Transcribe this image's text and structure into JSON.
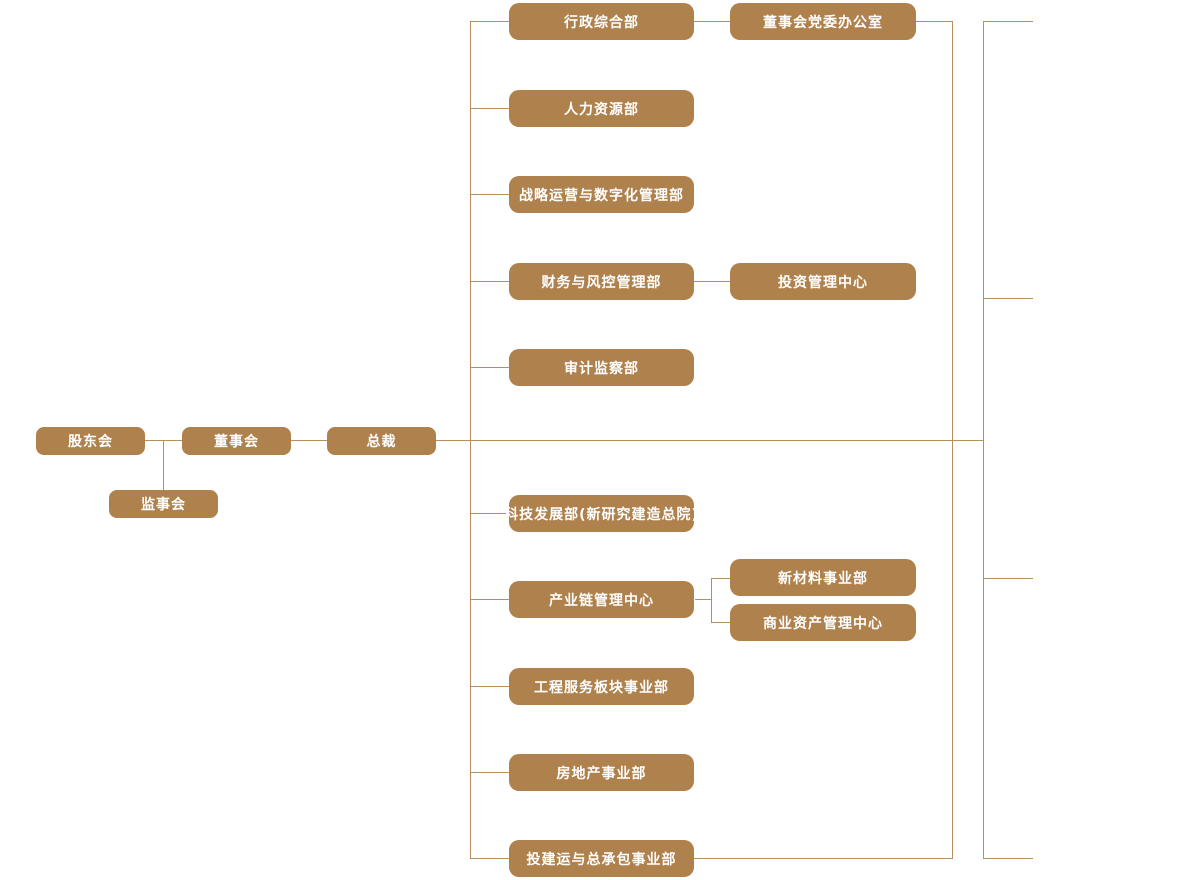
{
  "diagram": {
    "type": "org-chart",
    "colors": {
      "background": "#ffffff",
      "node_fill": "#af814d",
      "line_color": "#b6905c",
      "text_color": "#ffffff"
    },
    "nodes": {
      "shareholders_meeting": {
        "label": "股东会"
      },
      "supervisory_board": {
        "label": "监事会"
      },
      "board_of_directors": {
        "label": "董事会"
      },
      "president": {
        "label": "总裁"
      },
      "admin_general_dept": {
        "label": "行政综合部"
      },
      "board_party_committee_office": {
        "label": "董事会党委办公室"
      },
      "hr_dept": {
        "label": "人力资源部"
      },
      "strategy_ops_digital_dept": {
        "label": "战略运营与数字化管理部"
      },
      "finance_risk_dept": {
        "label": "财务与风控管理部"
      },
      "investment_mgmt_center": {
        "label": "投资管理中心"
      },
      "audit_supervision_dept": {
        "label": "审计监察部"
      },
      "tech_dev_dept": {
        "label": "科技发展部(新研究建造总院)"
      },
      "industry_chain_center": {
        "label": "产业链管理中心"
      },
      "new_materials_div": {
        "label": "新材料事业部"
      },
      "commercial_asset_center": {
        "label": "商业资产管理中心"
      },
      "engineering_services_div": {
        "label": "工程服务板块事业部"
      },
      "real_estate_div": {
        "label": "房地产事业部"
      },
      "invest_build_epc_div": {
        "label": "投建运与总承包事业部"
      }
    },
    "structure": {
      "shareholders_meeting": [
        "supervisory_board",
        "board_of_directors"
      ],
      "board_of_directors": [
        "president"
      ],
      "president": [
        "admin_general_dept",
        "hr_dept",
        "strategy_ops_digital_dept",
        "finance_risk_dept",
        "audit_supervision_dept",
        "tech_dev_dept",
        "industry_chain_center",
        "engineering_services_div",
        "real_estate_div",
        "invest_build_epc_div"
      ],
      "admin_general_dept": [
        "board_party_committee_office"
      ],
      "finance_risk_dept": [
        "investment_mgmt_center"
      ],
      "industry_chain_center": [
        "new_materials_div",
        "commercial_asset_center"
      ]
    }
  }
}
